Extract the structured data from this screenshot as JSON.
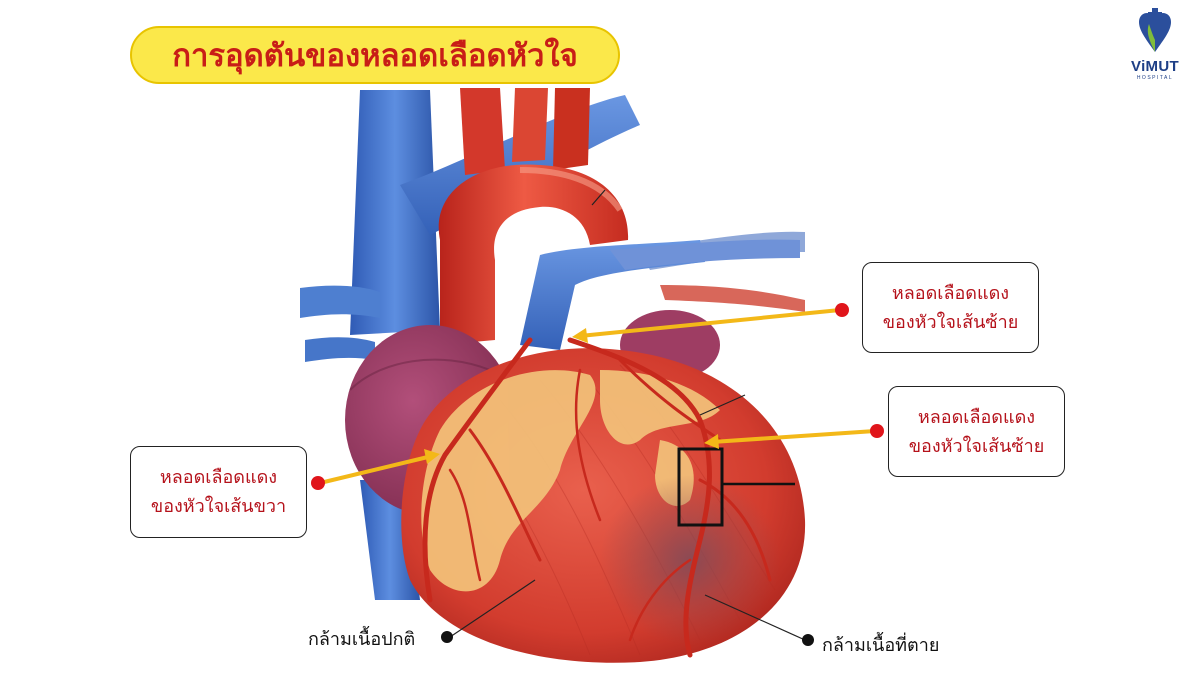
{
  "title": "การอุดตันของหลอดเลือดหัวใจ",
  "logo": {
    "name": "ViMUT",
    "subtitle": "HOSPITAL"
  },
  "labels": {
    "left_artery_top": {
      "line1": "หลอดเลือดแดง",
      "line2": "ของหัวใจเส้นซ้าย"
    },
    "left_artery_mid": {
      "line1": "หลอดเลือดแดง",
      "line2": "ของหัวใจเส้นซ้าย"
    },
    "right_artery": {
      "line1": "หลอดเลือดแดง",
      "line2": "ของหัวใจเส้นขวา"
    },
    "normal_muscle": "กล้ามเนื้อปกติ",
    "dead_muscle": "กล้ามเนื้อที่ตาย"
  },
  "colors": {
    "title_bg": "#fbe84a",
    "title_text": "#c81d17",
    "label_text": "#b5121b",
    "arrow": "#f3b818",
    "marker": "#e0151b",
    "vein": "#3f6fc7",
    "artery": "#d93a2b",
    "fat": "#f3c27a"
  }
}
